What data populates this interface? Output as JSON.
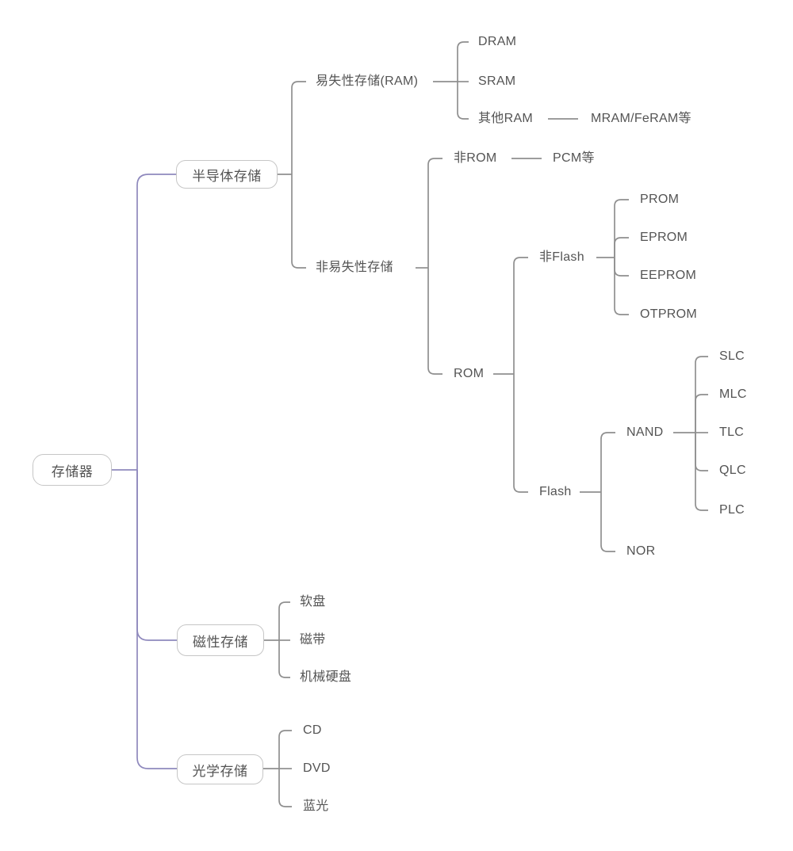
{
  "colors": {
    "background": "#ffffff",
    "branch_accent": "#8f89bd",
    "connector": "#8f8f8f",
    "node_border": "#c6c6c6",
    "text": "#545454"
  },
  "diagram": {
    "root": "存储器",
    "semiconductor": {
      "label": "半导体存储",
      "volatile": {
        "label": "易失性存储(RAM)",
        "dram": "DRAM",
        "sram": "SRAM",
        "other_ram": {
          "label": "其他RAM",
          "mram": "MRAM/FeRAM等"
        }
      },
      "nonvolatile": {
        "label": "非易失性存储",
        "non_rom": {
          "label": "非ROM",
          "pcm": "PCM等"
        },
        "rom": {
          "label": "ROM",
          "non_flash": {
            "label": "非Flash",
            "prom": "PROM",
            "eprom": "EPROM",
            "eeprom": "EEPROM",
            "otprom": "OTPROM"
          },
          "flash": {
            "label": "Flash",
            "nand": {
              "label": "NAND",
              "slc": "SLC",
              "mlc": "MLC",
              "tlc": "TLC",
              "qlc": "QLC",
              "plc": "PLC"
            },
            "nor": "NOR"
          }
        }
      }
    },
    "magnetic": {
      "label": "磁性存储",
      "floppy": "软盘",
      "tape": "磁带",
      "hdd": "机械硬盘"
    },
    "optical": {
      "label": "光学存储",
      "cd": "CD",
      "dvd": "DVD",
      "bluray": "蓝光"
    }
  }
}
